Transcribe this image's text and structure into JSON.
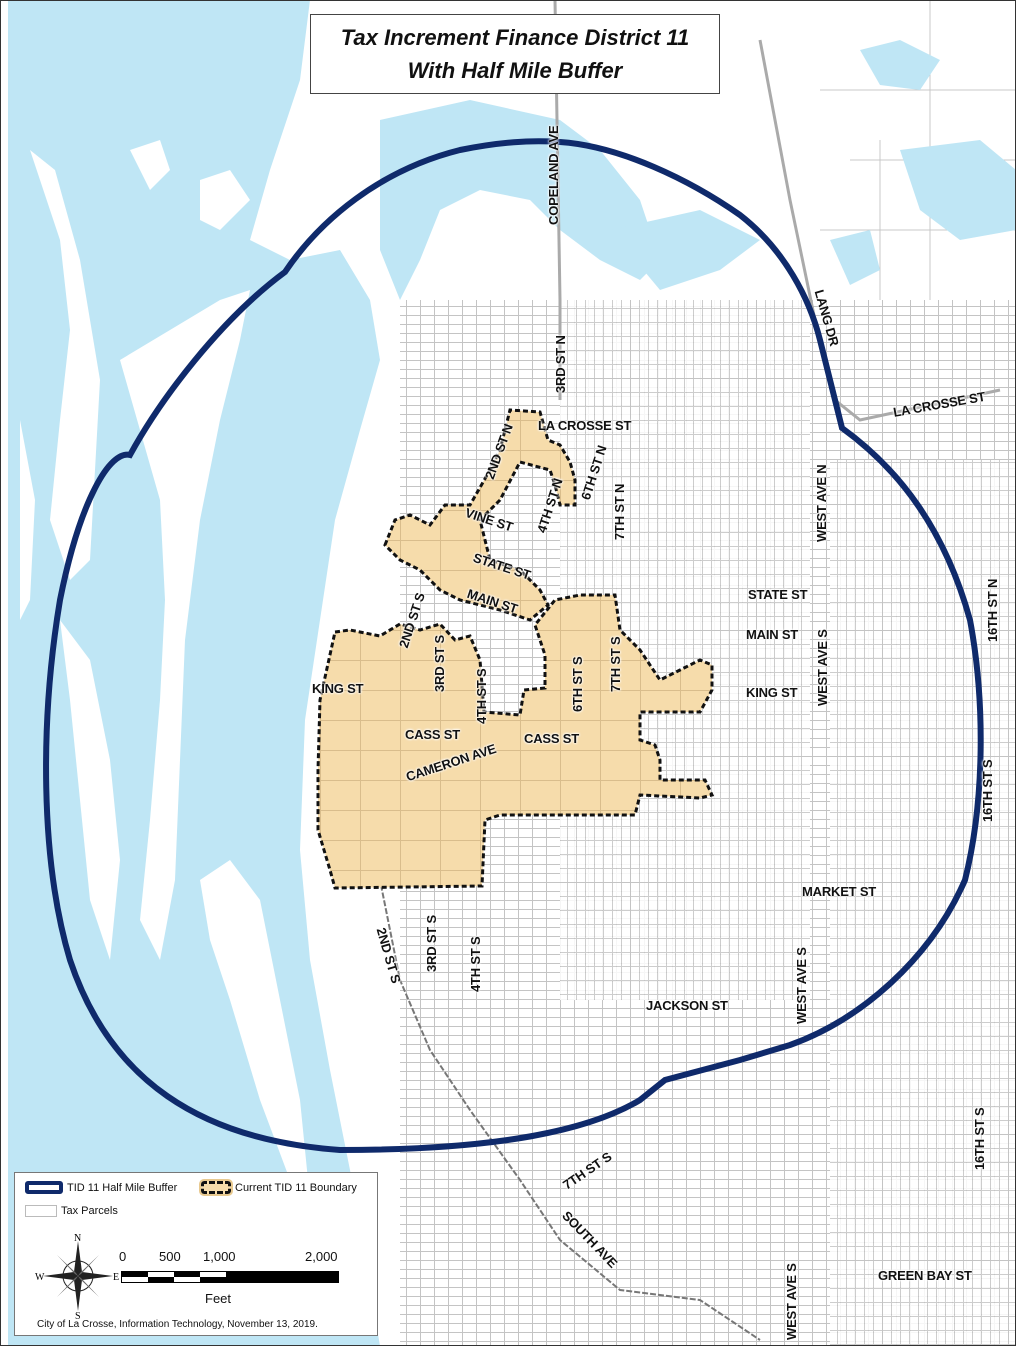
{
  "title": {
    "line1": "Tax Increment Finance District 11",
    "line2": "With Half Mile Buffer"
  },
  "streets": {
    "copeland_ave": "COPELAND AVE",
    "lang_dr": "LANG DR",
    "la_crosse_st_east": "LA CROSSE ST",
    "third_st_n": "3RD ST N",
    "la_crosse_st": "LA CROSSE ST",
    "second_st_n": "2ND ST N",
    "sixth_st_n": "6TH ST N",
    "fourth_st_n": "4TH ST N",
    "seventh_st_n": "7TH ST N",
    "west_ave_n": "WEST AVE N",
    "vine_st": "VINE ST",
    "state_st": "STATE ST",
    "state_st_east": "STATE ST",
    "main_st": "MAIN ST",
    "main_st_east": "MAIN ST",
    "second_st_s": "2ND ST S",
    "third_st_s": "3RD ST S",
    "fourth_st_s": "4TH ST S",
    "sixth_st_s": "6TH ST S",
    "seventh_st_s": "7TH ST S",
    "west_ave_s_upper": "WEST AVE S",
    "sixteenth_st_n": "16TH ST N",
    "king_st_west": "KING ST",
    "king_st_east": "KING ST",
    "cass_st_west": "CASS ST",
    "cass_st_east": "CASS ST",
    "cameron_ave": "CAMERON AVE",
    "sixteenth_st_s_upper": "16TH ST S",
    "market_st": "MARKET ST",
    "second_st_s_lower": "2ND ST S",
    "third_st_s_lower": "3RD ST S",
    "fourth_st_s_lower": "4TH ST S",
    "west_ave_s_mid": "WEST AVE S",
    "jackson_st": "JACKSON ST",
    "sixteenth_st_s_lower": "16TH ST S",
    "seventh_st_s_lower": "7TH ST S",
    "south_ave": "SOUTH AVE",
    "green_bay_st": "GREEN BAY ST",
    "west_ave_s_lower": "WEST AVE S"
  },
  "legend": {
    "buffer_label": "TID 11 Half Mile Buffer",
    "tid_label": "Current TID 11 Boundary",
    "parcels_label": "Tax Parcels",
    "compass": {
      "n": "N",
      "s": "S",
      "e": "E",
      "w": "W"
    },
    "scale_ticks": [
      "0",
      "500",
      "1,000",
      "2,000"
    ],
    "scale_unit": "Feet",
    "credit": "City of La Crosse, Information Technology, November 13, 2019."
  },
  "colors": {
    "water": "#bfe6f5",
    "buffer": "#0f2a6b",
    "tid_fill": "#f6dcab",
    "tid_line": "#111111",
    "parcel_line": "#bdbdbd",
    "background": "#ffffff"
  }
}
